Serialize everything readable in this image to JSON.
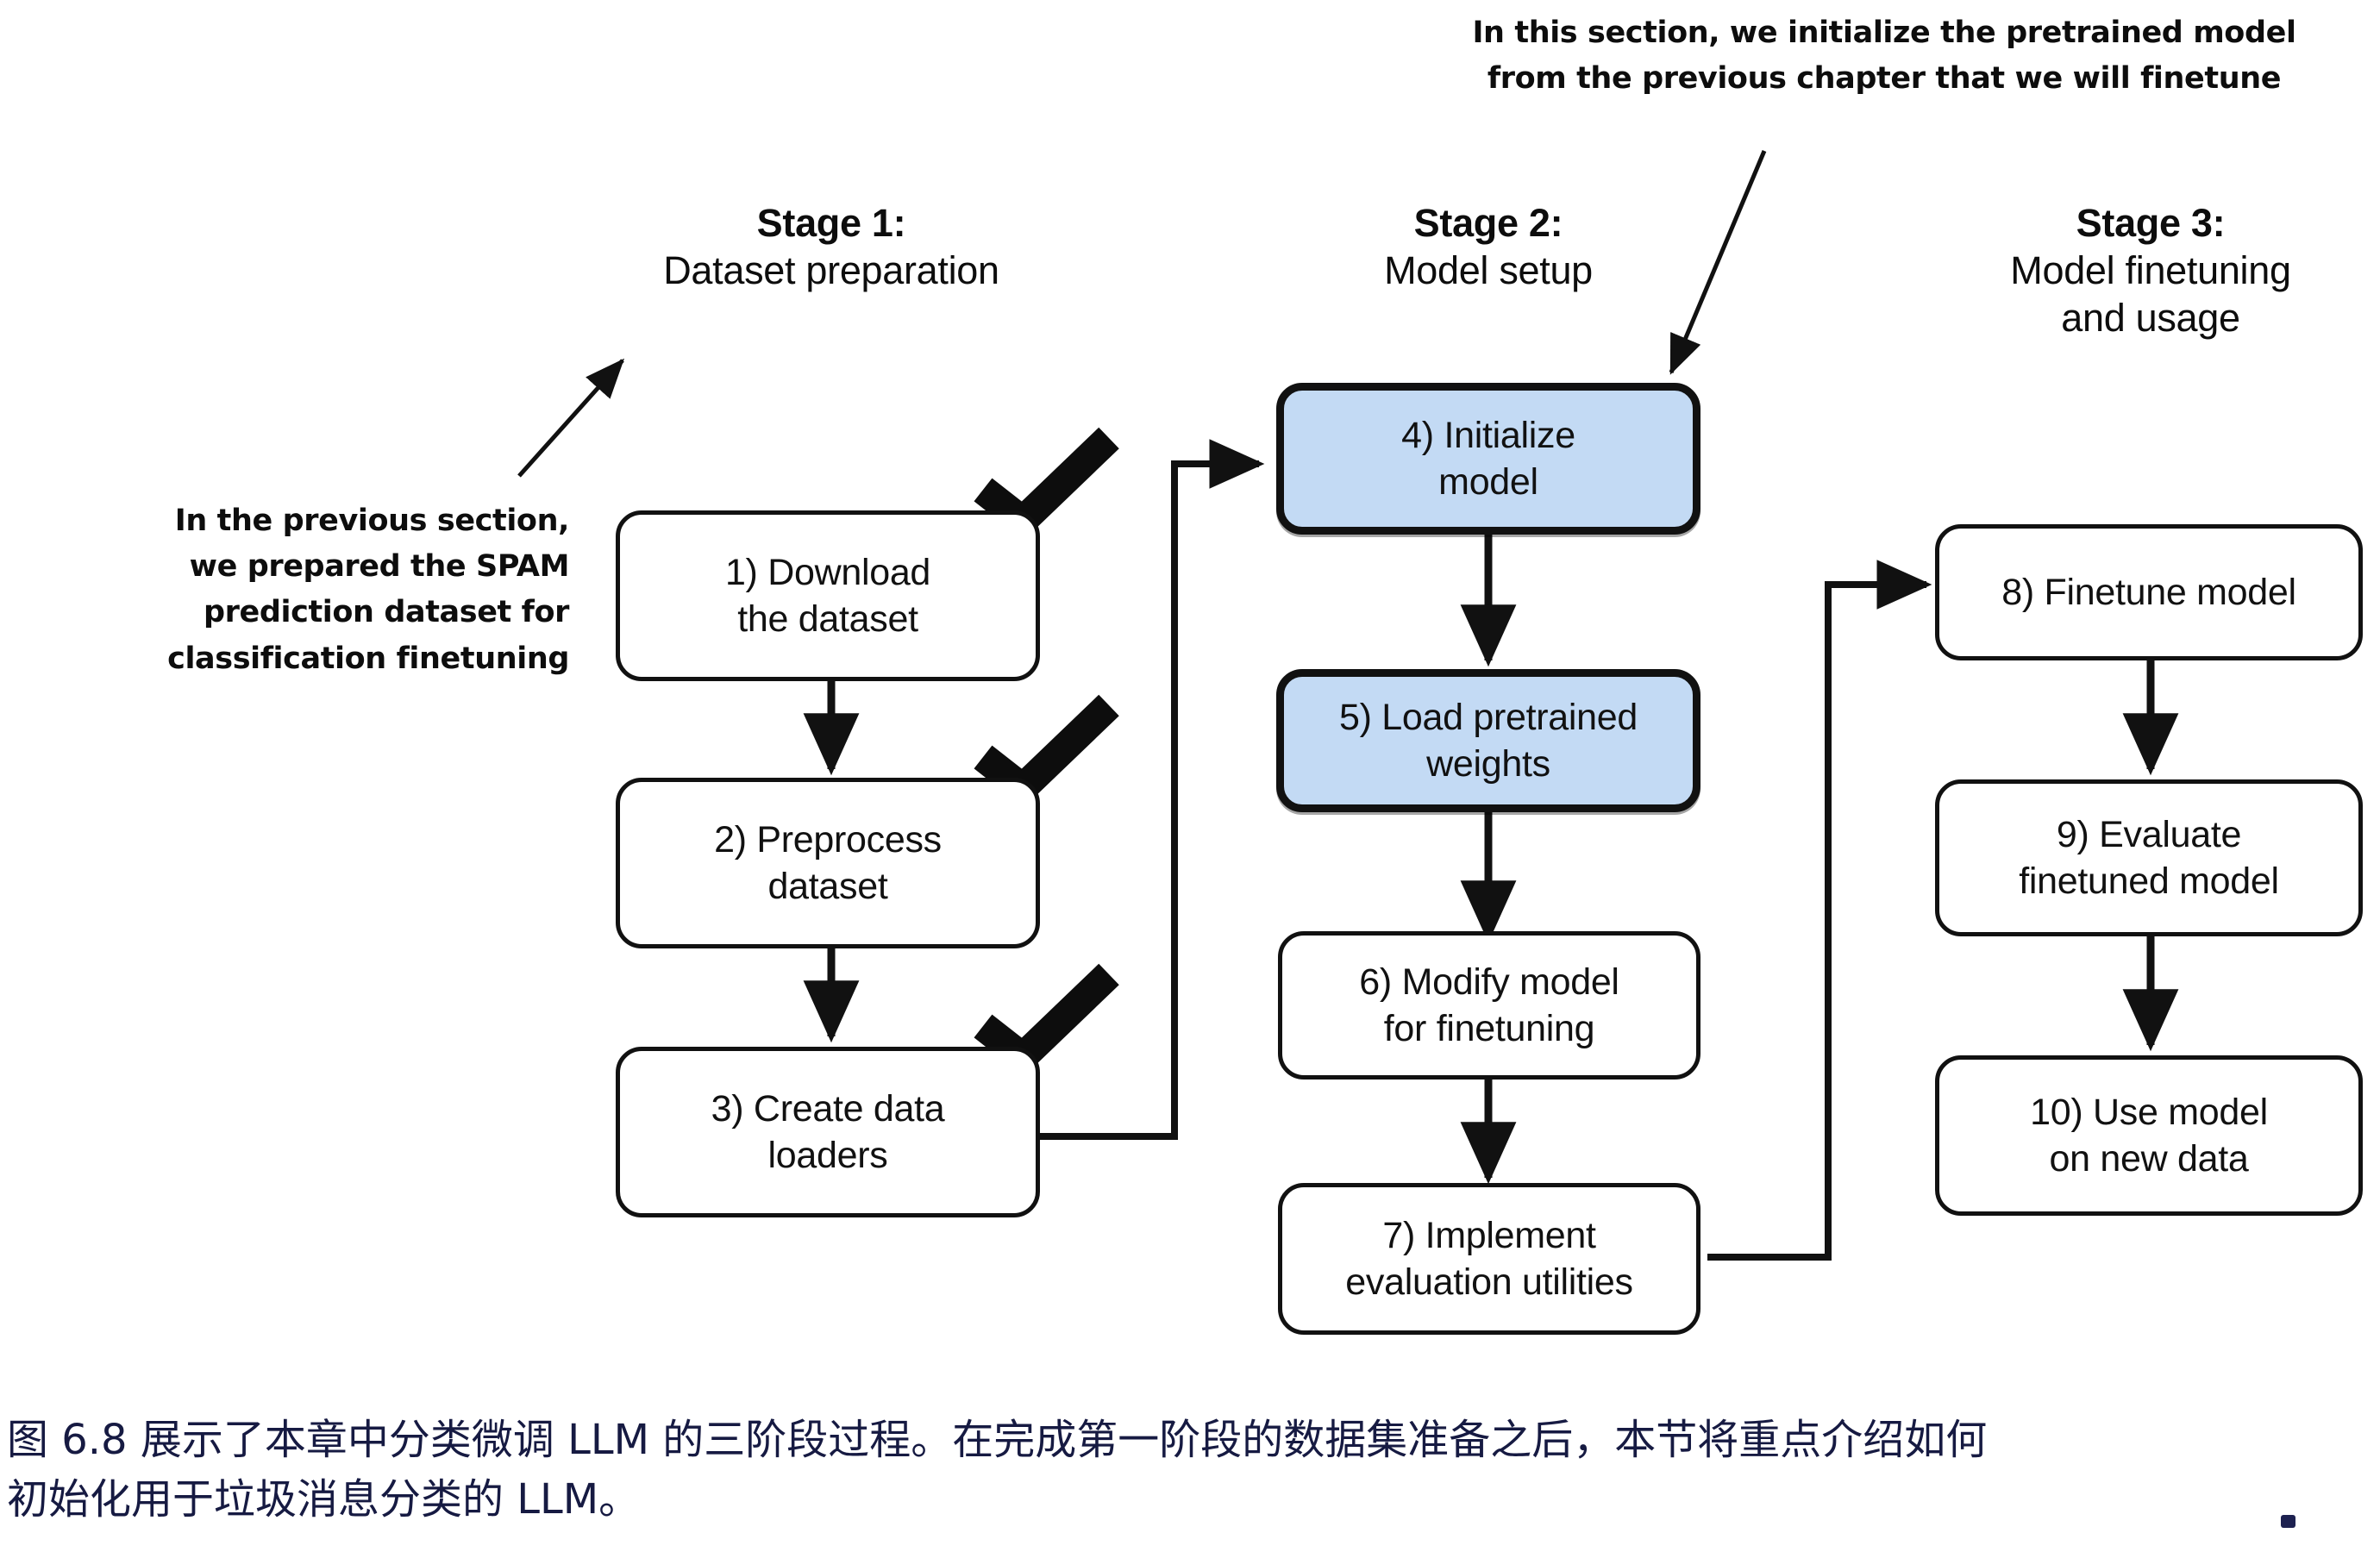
{
  "figure": {
    "annotations": [
      {
        "id": "previous-section-note",
        "lines": [
          "In the previous section,",
          "we prepared the SPAM",
          "prediction dataset for",
          "classification finetuning"
        ],
        "text": "In the previous section, we prepared the SPAM prediction dataset for classification finetuning"
      },
      {
        "id": "this-section-note",
        "lines": [
          "In this section, we initialize the pretrained model",
          "from the previous chapter that we will finetune"
        ],
        "text": "In this section, we initialize the pretrained model from the previous chapter that we will finetune"
      }
    ],
    "stages": [
      {
        "id": "stage-1",
        "title": "Stage 1:",
        "subtitle": "Dataset preparation"
      },
      {
        "id": "stage-2",
        "title": "Stage 2:",
        "subtitle": "Model setup"
      },
      {
        "id": "stage-3",
        "title": "Stage 3:",
        "subtitle": "Model finetuning\nand usage",
        "subtitle_lines": [
          "Model finetuning",
          "and usage"
        ]
      }
    ],
    "nodes": [
      {
        "id": "node-1",
        "number": "1)",
        "lines": [
          "1) Download",
          "the dataset"
        ],
        "text": "1) Download the dataset",
        "stage": "stage-1",
        "highlighted": false,
        "checked": true
      },
      {
        "id": "node-2",
        "number": "2)",
        "lines": [
          "2) Preprocess",
          "dataset"
        ],
        "text": "2) Preprocess dataset",
        "stage": "stage-1",
        "highlighted": false,
        "checked": true
      },
      {
        "id": "node-3",
        "number": "3)",
        "lines": [
          "3) Create data",
          "loaders"
        ],
        "text": "3) Create data loaders",
        "stage": "stage-1",
        "highlighted": false,
        "checked": true
      },
      {
        "id": "node-4",
        "number": "4)",
        "lines": [
          "4) Initialize",
          "model"
        ],
        "text": "4) Initialize model",
        "stage": "stage-2",
        "highlighted": true,
        "checked": false
      },
      {
        "id": "node-5",
        "number": "5)",
        "lines": [
          "5) Load pretrained",
          "weights"
        ],
        "text": "5) Load pretrained weights",
        "stage": "stage-2",
        "highlighted": true,
        "checked": false
      },
      {
        "id": "node-6",
        "number": "6)",
        "lines": [
          "6) Modify model",
          "for finetuning"
        ],
        "text": "6) Modify model for finetuning",
        "stage": "stage-2",
        "highlighted": false,
        "checked": false
      },
      {
        "id": "node-7",
        "number": "7)",
        "lines": [
          "7) Implement",
          "evaluation utilities"
        ],
        "text": "7) Implement evaluation utilities",
        "stage": "stage-2",
        "highlighted": false,
        "checked": false
      },
      {
        "id": "node-8",
        "number": "8)",
        "lines": [
          "8) Finetune model"
        ],
        "text": "8) Finetune model",
        "stage": "stage-3",
        "highlighted": false,
        "checked": false
      },
      {
        "id": "node-9",
        "number": "9)",
        "lines": [
          "9) Evaluate",
          "finetuned model"
        ],
        "text": "9) Evaluate finetuned model",
        "stage": "stage-3",
        "highlighted": false,
        "checked": false
      },
      {
        "id": "node-10",
        "number": "10)",
        "lines": [
          "10) Use model",
          "on new data"
        ],
        "text": "10) Use model on new data",
        "stage": "stage-3",
        "highlighted": false,
        "checked": false
      }
    ],
    "edges": [
      {
        "from": "node-1",
        "to": "node-2",
        "kind": "down"
      },
      {
        "from": "node-2",
        "to": "node-3",
        "kind": "down"
      },
      {
        "from": "node-3",
        "to": "node-4",
        "kind": "elbow-right-up"
      },
      {
        "from": "node-4",
        "to": "node-5",
        "kind": "down"
      },
      {
        "from": "node-5",
        "to": "node-6",
        "kind": "down"
      },
      {
        "from": "node-6",
        "to": "node-7",
        "kind": "down"
      },
      {
        "from": "node-7",
        "to": "node-8",
        "kind": "elbow-right-up"
      },
      {
        "from": "node-8",
        "to": "node-9",
        "kind": "down"
      },
      {
        "from": "node-9",
        "to": "node-10",
        "kind": "down"
      },
      {
        "from": "previous-section-note",
        "to": "stage-1",
        "kind": "diagonal-up-right"
      },
      {
        "from": "this-section-note",
        "to": "node-4",
        "kind": "diagonal-down-left"
      }
    ],
    "colors": {
      "highlight_fill": "#c3daf4",
      "stroke": "#111111",
      "caption_text": "#161a42",
      "background": "#ffffff"
    }
  },
  "caption": {
    "lines": [
      "图 6.8 展示了本章中分类微调 LLM 的三阶段过程。在完成第一阶段的数据集准备之后，本节将重点介绍如何",
      "初始化用于垃圾消息分类的 LLM。"
    ],
    "text": "图 6.8 展示了本章中分类微调 LLM 的三阶段过程。在完成第一阶段的数据集准备之后，本节将重点介绍如何初始化用于垃圾消息分类的 LLM。"
  }
}
